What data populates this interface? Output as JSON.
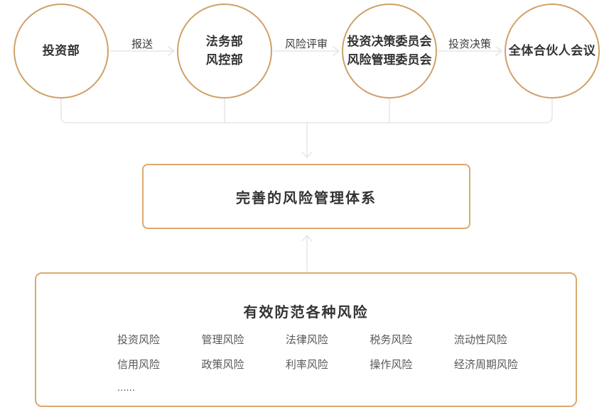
{
  "colors": {
    "node_border": "#d0a067",
    "box_border": "#dda870",
    "connector_line": "#e6e6e6",
    "heading_text": "#333333",
    "risk_text": "#575757"
  },
  "flow": {
    "nodes": [
      {
        "lines": [
          "投资部"
        ]
      },
      {
        "lines": [
          "法务部",
          "风控部"
        ]
      },
      {
        "lines": [
          "投资决策委员会",
          "风险管理委员会"
        ]
      },
      {
        "lines": [
          "全体合伙人会议"
        ]
      }
    ],
    "arrow_labels": [
      "报送",
      "风险评审",
      "投资决策"
    ]
  },
  "system_box": {
    "title": "完善的风险管理体系"
  },
  "risk_box": {
    "title": "有效防范各种风险",
    "rows": [
      [
        "投资风险",
        "管理风险",
        "法律风险",
        "税务风险",
        "流动性风险"
      ],
      [
        "信用风险",
        "政策风险",
        "利率风险",
        "操作风险",
        "经济周期风险"
      ],
      [
        "......"
      ]
    ]
  }
}
